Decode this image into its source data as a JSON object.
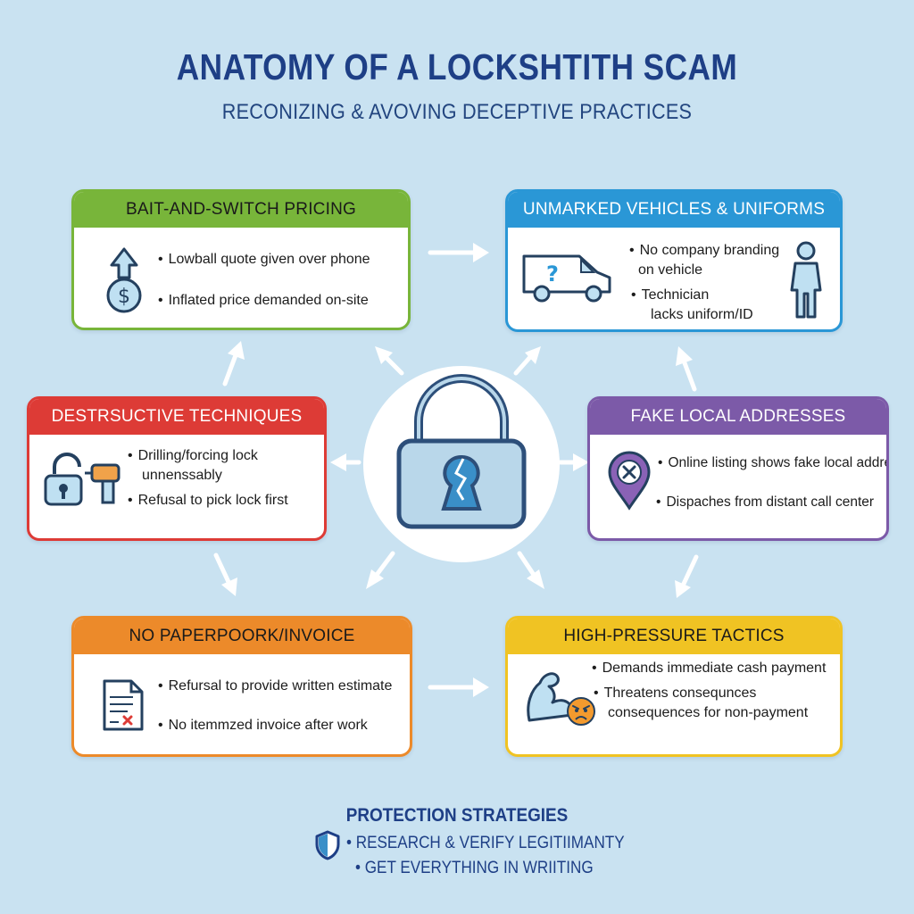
{
  "header": {
    "title": "ANATOMY OF A LOCKSHTITH SCAM",
    "subtitle": "RECONIZING & AVOVING DECEPTIVE PRACTICES"
  },
  "colors": {
    "background": "#c9e2f1",
    "title": "#1e3f86",
    "green": "#78b53a",
    "blue": "#2a97d6",
    "red": "#dd3b36",
    "purple": "#7c5aa8",
    "orange": "#ec8a2a",
    "yellow": "#f0c323"
  },
  "cards": {
    "bait": {
      "title": "BAIT-AND-SWITCH PRICING",
      "icon": "dollar-up-arrow-icon",
      "bullets": [
        "Lowball quote given over phone",
        "Inflated price demanded on-site"
      ]
    },
    "vehicles": {
      "title": "UNMARKED VEHICLES & UNIFORMS",
      "icons": [
        "van-question-icon",
        "technician-icon"
      ],
      "bullets": [
        "No company branding",
        "on vehicle",
        "Technician",
        "lacks uniform/ID"
      ]
    },
    "destructive": {
      "title": "DESTRSUCTIVE TECHNIQUES",
      "icons": [
        "broken-lock-icon",
        "drill-icon"
      ],
      "bullets": [
        "Drilling/forcing lock",
        "unnenssably",
        "Refusal to pick lock first"
      ]
    },
    "fake": {
      "title": "FAKE LOCAL ADDRESSES",
      "icon": "location-pin-x-icon",
      "bullets": [
        "Online listing shows fake local address",
        "Dispaches from distant call center"
      ]
    },
    "paperwork": {
      "title": "NO PAPERPOORK/INVOICE",
      "icon": "document-x-icon",
      "bullets": [
        "Refursal to provide written estimate",
        "No itemmzed invoice after work"
      ]
    },
    "pressure": {
      "title": "HIGH-PRESSURE TACTICS",
      "icons": [
        "flexed-arm-icon",
        "angry-face-icon"
      ],
      "bullets": [
        "Demands immediate cash payment",
        "Threatens consequnces",
        "consequences for non-payment"
      ]
    }
  },
  "hub": {
    "icon": "broken-padlock-icon"
  },
  "protection": {
    "title": "PROTECTION STRATEGIES",
    "items": [
      "RESEARCH & VERIFY LEGITIIMANTY",
      "GET EVERYTHING IN WRIITING"
    ]
  }
}
